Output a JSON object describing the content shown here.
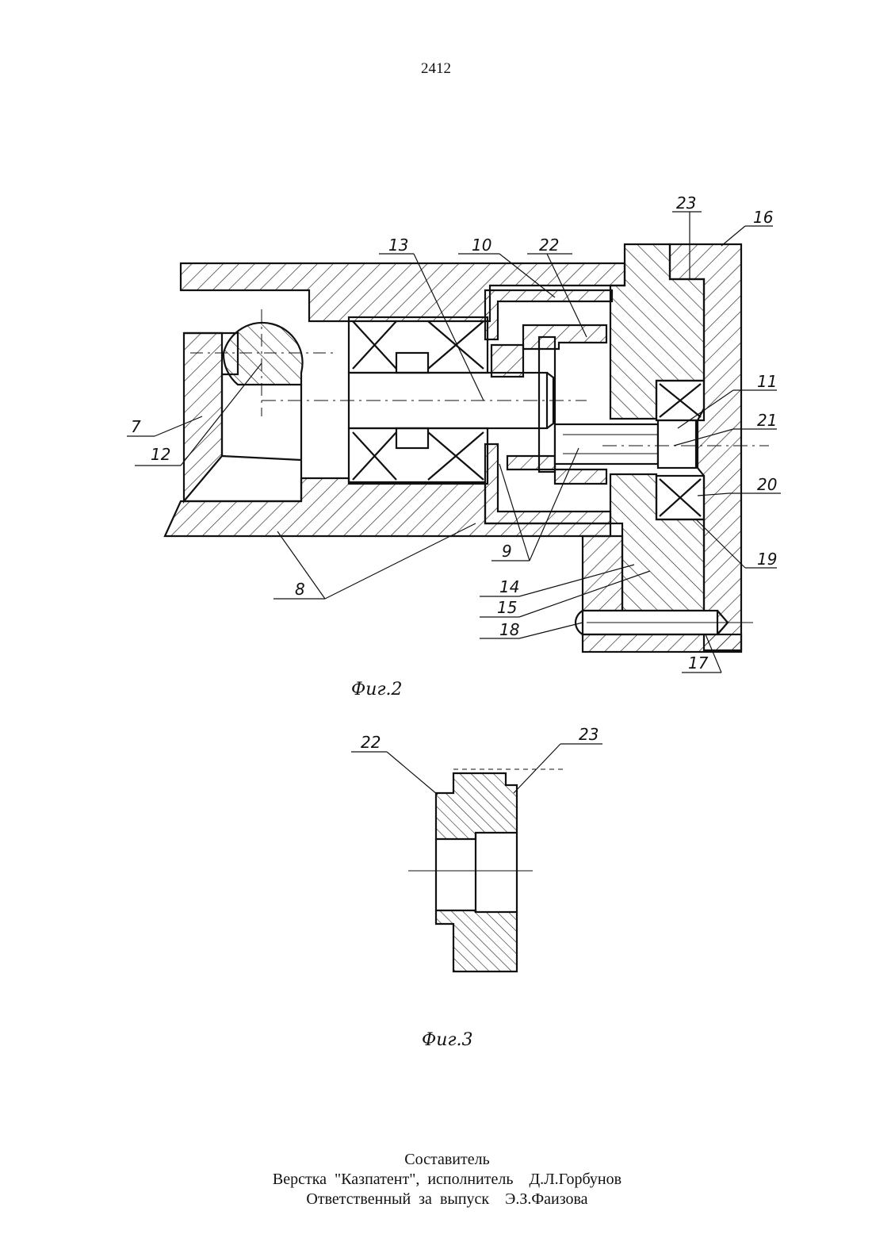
{
  "page_number": "2412",
  "figures": [
    {
      "caption": "Фиг.2",
      "callouts": [
        "23",
        "16",
        "13",
        "10",
        "22",
        "11",
        "21",
        "7",
        "12",
        "20",
        "9",
        "19",
        "8",
        "14",
        "15",
        "18",
        "17"
      ]
    },
    {
      "caption": "Фиг.3",
      "callouts": [
        "22",
        "23"
      ]
    }
  ],
  "colophon": {
    "compiler": "Составитель",
    "layout": "Верстка  \"Казпатент\",  исполнитель    Д.Л.Горбунов",
    "responsible": "Ответственный  за  выпуск    Э.З.Фаизова"
  }
}
